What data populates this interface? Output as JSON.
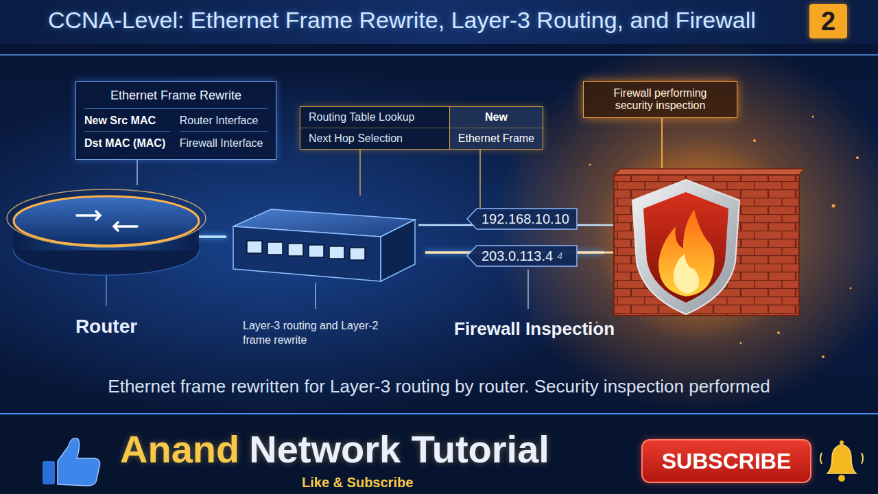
{
  "diagram": {
    "title": "CCNA-Level: Ethernet Frame Rewrite, Layer-3 Routing, and Firewall",
    "caption": "Ethernet frame rewritten for Layer-3 routing by router. Security inspection performed",
    "nodes": [
      {
        "text": [
          "Ethernet Frame Rewrite",
          "New Src MAC",
          "Router Interface",
          "Dst MAC (MAC)",
          "Firewall Interface"
        ]
      },
      {
        "text": [
          "Routing Table Lookup",
          "New",
          "Next Hop Selection",
          "Ethernet Frame"
        ]
      },
      {
        "text": [
          "Firewall performing security inspection"
        ]
      },
      {
        "text": [
          "Router"
        ]
      },
      {
        "text": [
          "Layer-3 routing and Layer-2 frame rewrite"
        ]
      },
      {
        "text": [
          "192.168.10.10"
        ]
      },
      {
        "text": [
          "203.0.113.4",
          "4"
        ]
      },
      {
        "text": [
          "Firewall Inspection"
        ]
      },
      {
        "text": [
          "2"
        ]
      },
      {
        "text": [
          "SUBSCRIBE"
        ]
      }
    ],
    "edges": [
      {
        "from": 0,
        "to": 3,
        "arrow": "none"
      },
      {
        "from": 1,
        "to": 4,
        "arrow": "none"
      },
      {
        "from": 1,
        "to": 5,
        "arrow": "none"
      },
      {
        "from": 2,
        "to": 7,
        "arrow": "none"
      },
      {
        "from": 3,
        "to": 4,
        "arrow": "none"
      },
      {
        "from": 4,
        "to": 7,
        "arrow": "none"
      }
    ],
    "labels": [
      "Anand",
      "Network Tutorial",
      "Like & Subscribe"
    ]
  }
}
